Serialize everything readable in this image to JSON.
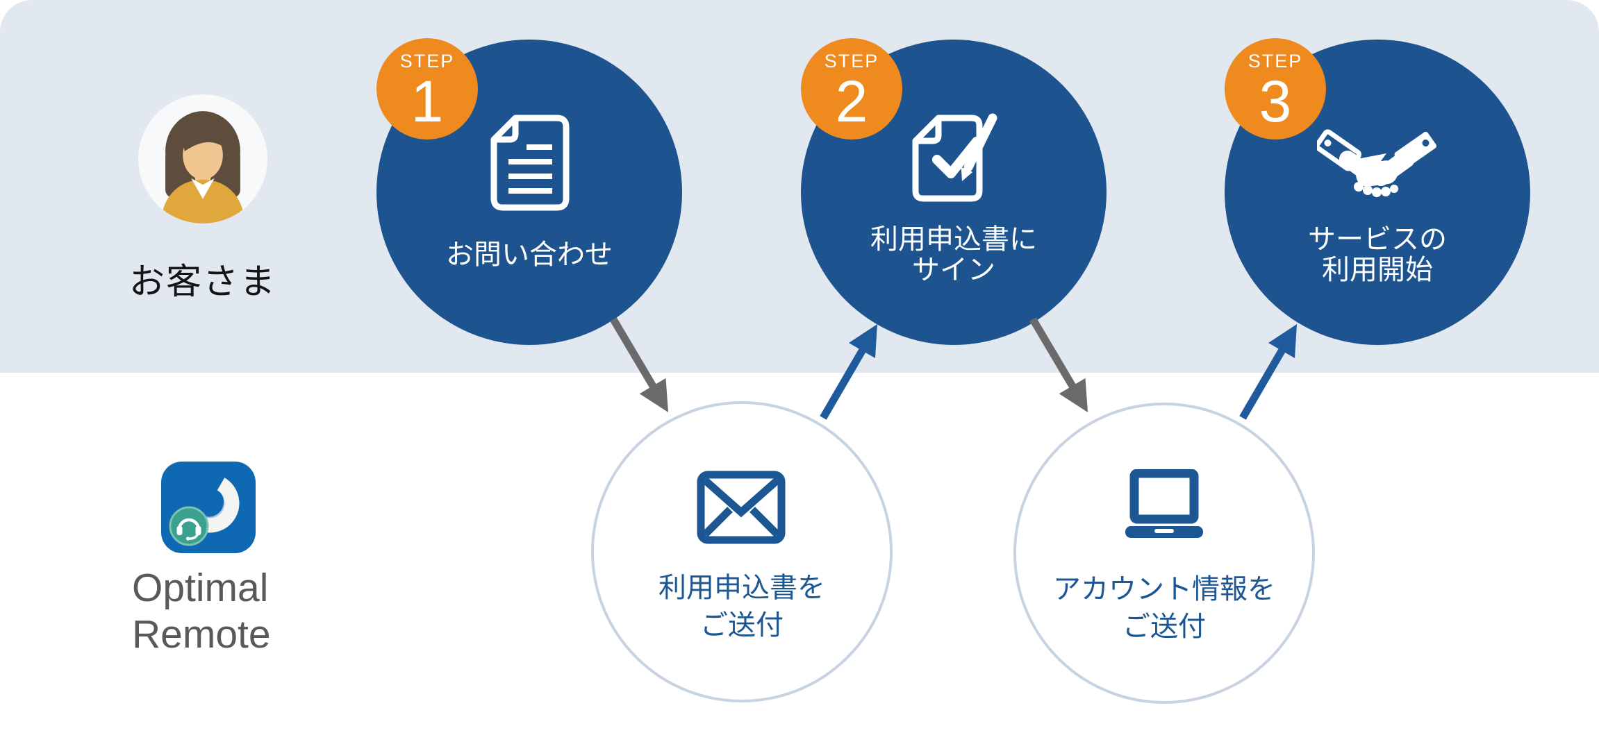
{
  "lanes": {
    "customer": {
      "label": "お客さま"
    },
    "provider": {
      "brand_line1": "Optimal",
      "brand_line2": "Remote"
    }
  },
  "steps": [
    {
      "badge_word": "STEP",
      "badge_number": "1",
      "label_line1": "お問い合わせ",
      "label_line2": "",
      "icon": "document-icon"
    },
    {
      "badge_word": "STEP",
      "badge_number": "2",
      "label_line1": "利用申込書に",
      "label_line2": "サイン",
      "icon": "document-check-pen-icon"
    },
    {
      "badge_word": "STEP",
      "badge_number": "3",
      "label_line1": "サービスの",
      "label_line2": "利用開始",
      "icon": "handshake-icon"
    }
  ],
  "provider_actions": [
    {
      "label_line1": "利用申込書を",
      "label_line2": "ご送付",
      "icon": "mail-icon"
    },
    {
      "label_line1": "アカウント情報を",
      "label_line2": "ご送付",
      "icon": "laptop-icon"
    }
  ],
  "colors": {
    "step_circle_blue": "#1D538E",
    "badge_orange": "#EE8A1E",
    "top_band": "#E2E8EF",
    "accent_blue": "#1C5794",
    "arrow_gray": "#6A6A6A",
    "arrow_blue": "#1F5A9C",
    "action_circle_border": "#C8D3E2",
    "logo_blue": "#0E69B2",
    "logo_teal": "#3BA18F",
    "brand_text_gray": "#58595B"
  }
}
